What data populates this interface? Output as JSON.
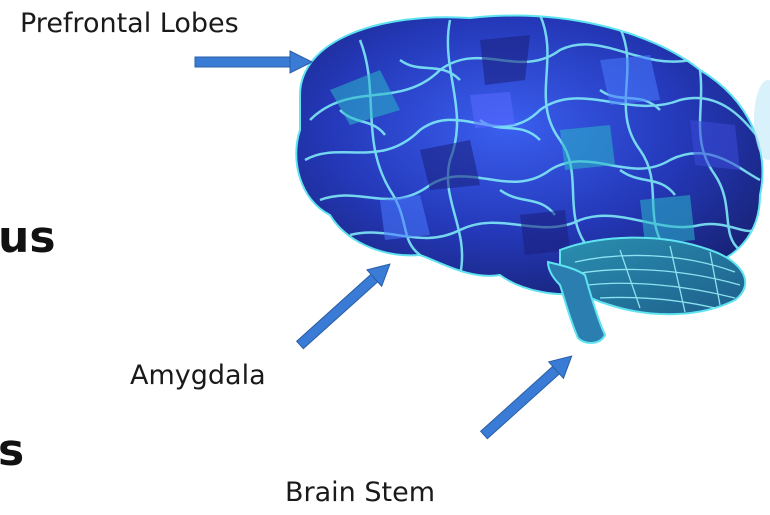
{
  "labels": {
    "prefrontal": "Prefrontal Lobes",
    "amygdala": "Amygdala",
    "brain_stem": "Brain Stem"
  },
  "fragments": {
    "upper": "us",
    "lower": "s"
  },
  "colors": {
    "arrow": "#3a7bd5",
    "brain_dark": "#1a1f7a",
    "brain_mid": "#2f55d8",
    "brain_teal": "#2bb6c8",
    "brain_line": "#8ff2ff"
  }
}
